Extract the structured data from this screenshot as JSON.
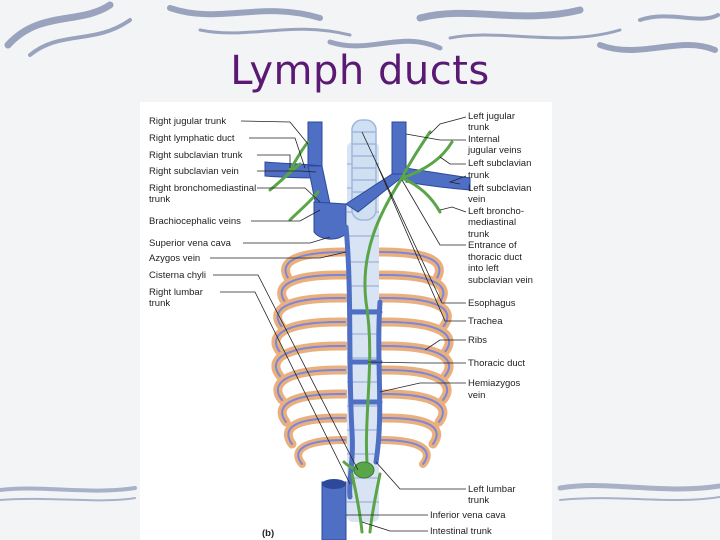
{
  "slide": {
    "title": "Lymph ducts"
  },
  "colors": {
    "title": "#5a1a73",
    "vein": "#4f6fc4",
    "lymph": "#5aa548",
    "rib": "#e9b07e",
    "rib_band": "#7d86d8",
    "spine": "#d8e3f4",
    "leader": "#222222"
  },
  "figure": {
    "panel_label": "(b)",
    "left_labels": [
      "Right jugular trunk",
      "Right lymphatic duct",
      "Right subclavian trunk",
      "Right subclavian vein",
      "Right bronchomediastinal",
      "trunk",
      "Brachiocephalic veins",
      "Superior vena cava",
      "Azygos vein",
      "Cisterna chyli",
      "Right lumbar",
      "trunk"
    ],
    "right_labels": [
      "Left jugular",
      "trunk",
      "Internal",
      "jugular veins",
      "Left subclavian",
      "trunk",
      "Left subclavian",
      "vein",
      "Left broncho-",
      "mediastinal",
      "trunk",
      "Entrance of",
      "thoracic duct",
      "into left",
      "subclavian vein",
      "Esophagus",
      "Trachea",
      "Ribs",
      "Thoracic duct",
      "Hemiazygos",
      "vein",
      "Left lumbar",
      "trunk",
      "Inferior vena cava",
      "Intestinal trunk"
    ]
  }
}
